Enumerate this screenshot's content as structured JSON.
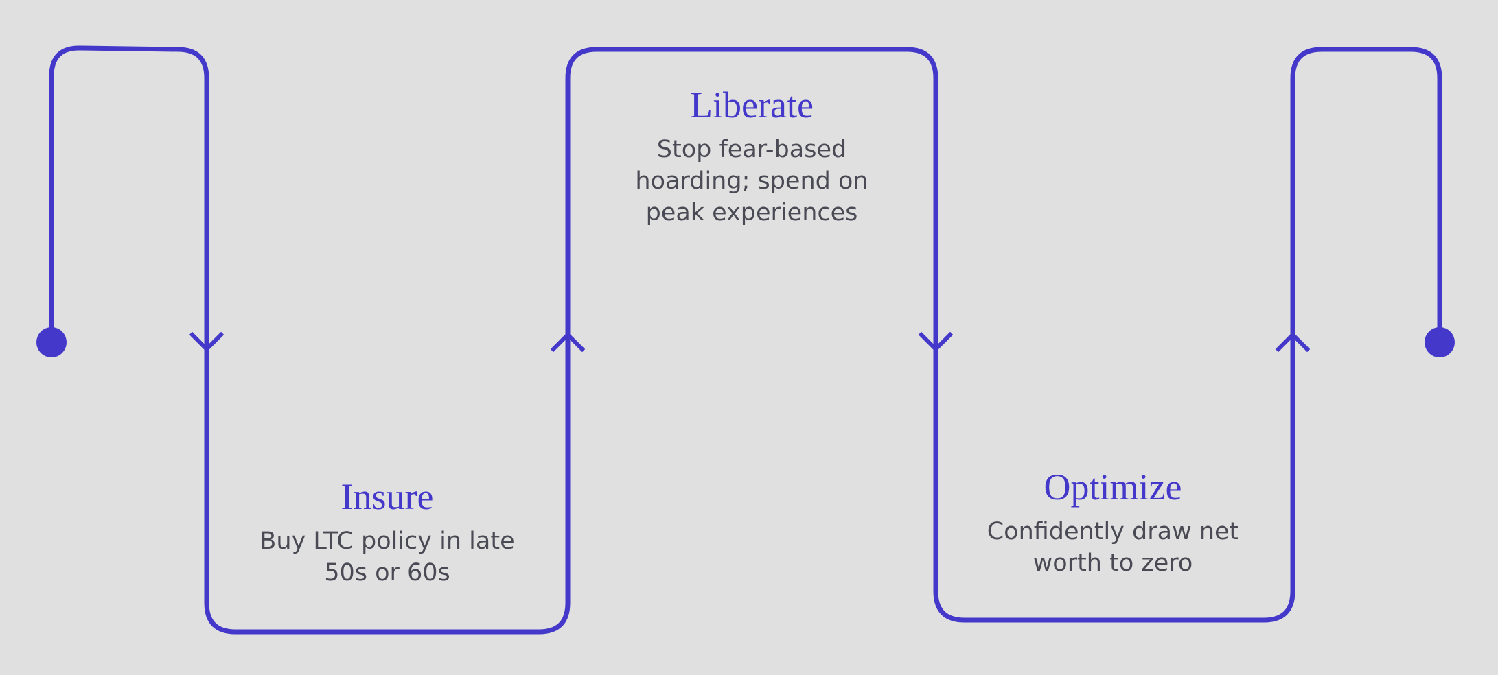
{
  "colors": {
    "background": "#e0e0e0",
    "accent": "#4338c9",
    "text": "#4a4a55"
  },
  "steps": [
    {
      "title": "Insure",
      "description": "Buy LTC policy in late\n50s or 60s"
    },
    {
      "title": "Liberate",
      "description": "Stop fear-based\nhoarding; spend on\npeak experiences"
    },
    {
      "title": "Optimize",
      "description": "Confidently draw net\nworth to zero"
    }
  ]
}
